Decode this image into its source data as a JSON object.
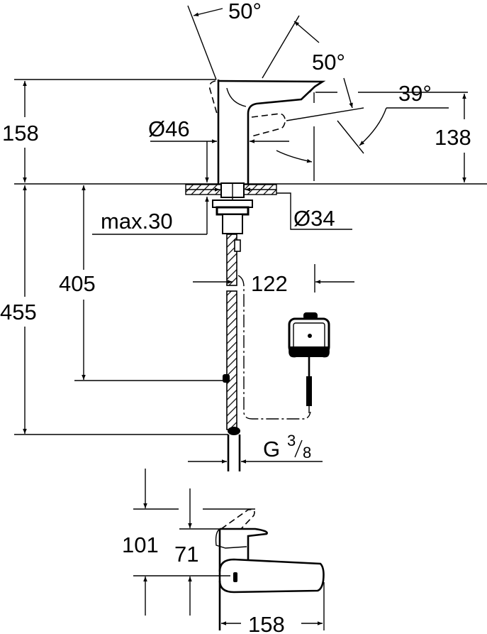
{
  "drawing": {
    "subject": "sensor basin faucet dimension drawing",
    "views": [
      "side-elevation",
      "top-plan"
    ]
  },
  "dimensions": {
    "angle_top": "50°",
    "angle_spout": "50°",
    "angle_lever": "39°",
    "height_total_left": "158",
    "height_right": "138",
    "body_diameter": "Ø46",
    "mount_diameter": "Ø34",
    "max_thickness": "max.30",
    "hose_length_405": "405",
    "hose_length_455": "455",
    "control_box_offset": "122",
    "connection_label": "G",
    "connection_num": "3",
    "connection_den": "8",
    "plan_101": "101",
    "plan_71": "71",
    "plan_width": "158"
  }
}
